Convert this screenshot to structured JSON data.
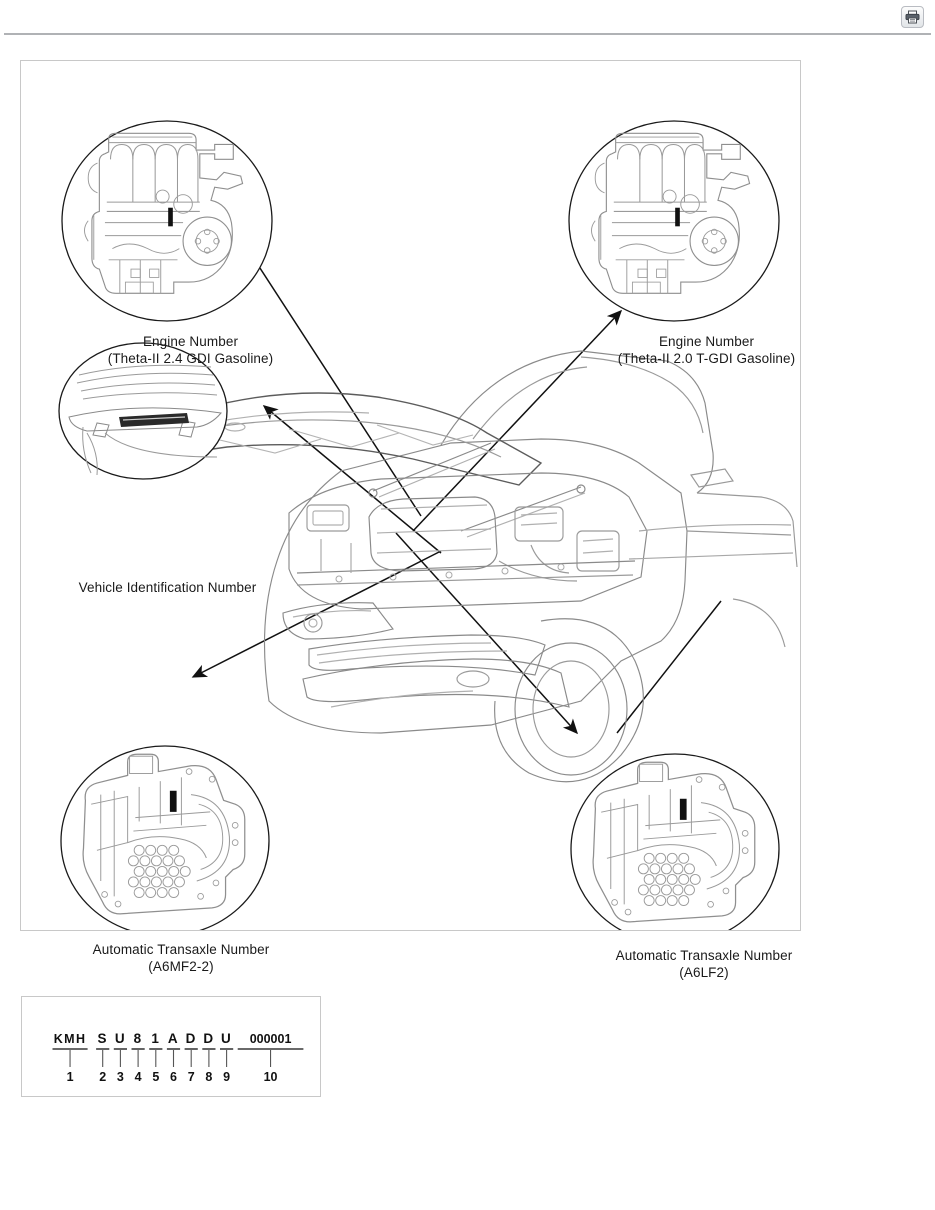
{
  "toolbar": {
    "print_icon": "printer-icon",
    "print_title": "Print"
  },
  "figure": {
    "callouts": [
      {
        "id": "engine-left",
        "title": "Engine Number",
        "subtitle": "(Theta-II 2.4 GDI Gasoline)",
        "illustration": "engine-assembly"
      },
      {
        "id": "engine-right",
        "title": "Engine Number",
        "subtitle": "(Theta-II 2.0 T-GDI Gasoline)",
        "illustration": "engine-assembly"
      },
      {
        "id": "vin-plate",
        "title": "Vehicle Identification Number",
        "subtitle": "",
        "illustration": "dashboard-vin-plate"
      },
      {
        "id": "transaxle-left",
        "title": "Automatic Transaxle Number",
        "subtitle": "(A6MF2-2)",
        "illustration": "automatic-transaxle"
      },
      {
        "id": "transaxle-right",
        "title": "Automatic Transaxle Number",
        "subtitle": "(A6LF2)",
        "illustration": "automatic-transaxle"
      }
    ],
    "vehicle_illustration": "suv-front-three-quarter-hood-open"
  },
  "vin_decode": {
    "groups": [
      {
        "text": "KMH",
        "index": "1"
      },
      {
        "text": "S",
        "index": "2"
      },
      {
        "text": "U",
        "index": "3"
      },
      {
        "text": "8",
        "index": "4"
      },
      {
        "text": "1",
        "index": "5"
      },
      {
        "text": "A",
        "index": "6"
      },
      {
        "text": "D",
        "index": "7"
      },
      {
        "text": "D",
        "index": "8"
      },
      {
        "text": "U",
        "index": "9"
      },
      {
        "text": "000001",
        "index": "10"
      }
    ]
  },
  "colors": {
    "rule": "#b0b2b5",
    "frame_border": "#c8c8c8",
    "line_art": "#9a9a9a",
    "line_art_dark": "#1a1a1a",
    "text": "#1a1a1a"
  }
}
